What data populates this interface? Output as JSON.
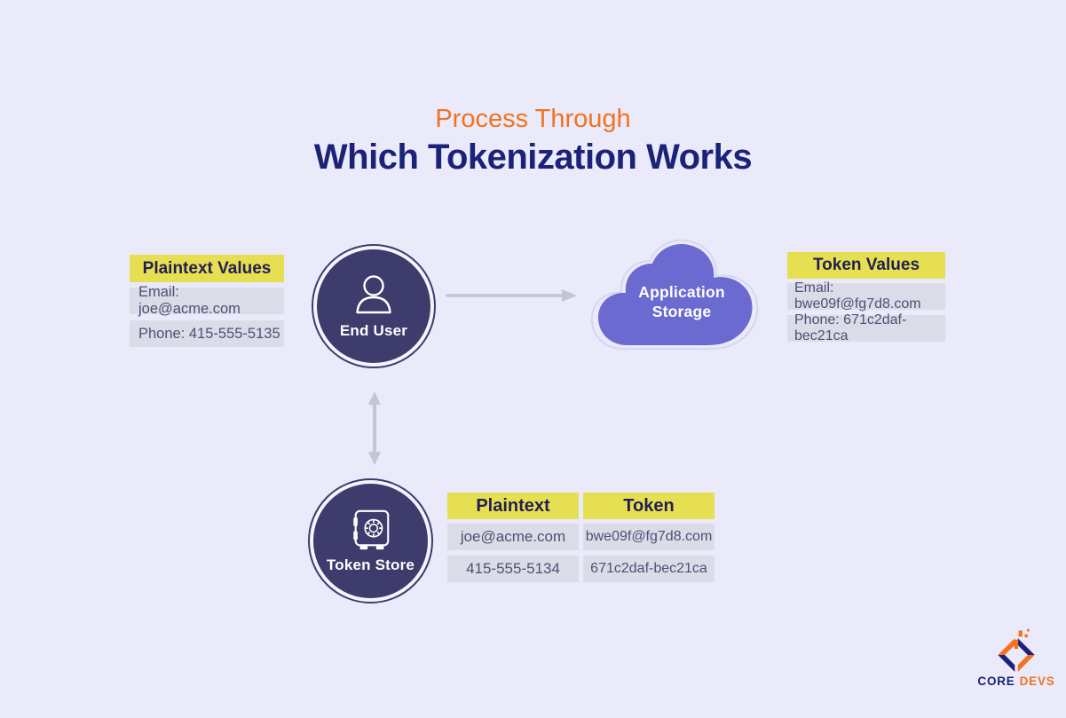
{
  "title": {
    "line1": "Process Through",
    "line2": "Which Tokenization Works"
  },
  "plaintext_values": {
    "header": "Plaintext Values",
    "rows": [
      "Email: joe@acme.com",
      "Phone: 415-555-5135"
    ]
  },
  "end_user": {
    "label": "End User"
  },
  "application_storage": {
    "line1": "Application",
    "line2": "Storage"
  },
  "token_values": {
    "header": "Token Values",
    "rows": [
      "Email: bwe09f@fg7d8.com",
      "Phone: 671c2daf-bec21ca"
    ]
  },
  "token_store": {
    "label": "Token Store"
  },
  "mapping_table": {
    "plaintext": {
      "header": "Plaintext",
      "rows": [
        "joe@acme.com",
        "415-555-5134"
      ]
    },
    "token": {
      "header": "Token",
      "rows": [
        "bwe09f@fg7d8.com",
        "671c2daf-bec21ca"
      ]
    }
  },
  "logo": {
    "word1": "CORE",
    "word2": "DEVS"
  },
  "colors": {
    "background": "#EAEAFB",
    "accent_orange": "#F2721E",
    "title_navy": "#1B2277",
    "header_yellow": "#E6DF52",
    "row_gray": "#DCDBE8",
    "row_text": "#514F73",
    "node_navy": "#3E3B6D",
    "cloud_purple": "#6A6AD0",
    "arrow_gray": "#C4C3D8"
  }
}
